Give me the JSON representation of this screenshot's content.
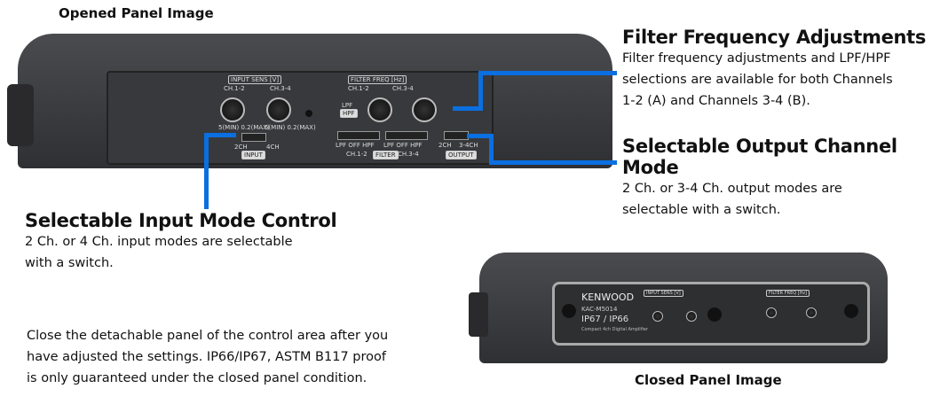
{
  "opened_caption": "Opened Panel Image",
  "closed_caption": "Closed Panel Image",
  "accent_color": "#0a6fe0",
  "callouts": [
    {
      "title": "Filter Frequency Adjustments",
      "text": [
        "Filter frequency adjustments and LPF/HPF",
        "selections are available for both Channels",
        "1-2 (A) and Channels 3-4 (B)."
      ]
    },
    {
      "title": "Selectable Output Channel Mode",
      "text": [
        "2 Ch. or 3-4 Ch. output modes are",
        "selectable with a switch."
      ]
    },
    {
      "title": "Selectable Input Mode Control",
      "text": [
        "2 Ch. or 4 Ch. input modes are selectable",
        "with a switch."
      ]
    }
  ],
  "note": [
    "Close the detachable panel of the control area after you",
    "have adjusted the settings. IP66/IP67, ASTM B117 proof",
    "is only guaranteed under the closed panel condition."
  ],
  "opened_panel": {
    "input_sens": "INPUT SENS [V]",
    "filter_freq": "FILTER FREQ [Hz]",
    "ch12": "CH.1-2",
    "ch34": "CH.3-4",
    "input": "INPUT",
    "filter": "FILTER",
    "output": "OUTPUT",
    "sens_range": "5(MIN) 0.2(MAX)",
    "lpf": "LPF",
    "hpf": "HPF",
    "two_ch": "2CH",
    "four_ch": "4CH",
    "three_four_ch": "3-4CH",
    "filter_modes": "LPF  OFF  HPF"
  },
  "closed_panel": {
    "brand": "KENWOOD",
    "model": "KAC-M5014",
    "rating": "IP67 / IP66",
    "subtitle": "Compact 4ch Digital Amplifier"
  }
}
